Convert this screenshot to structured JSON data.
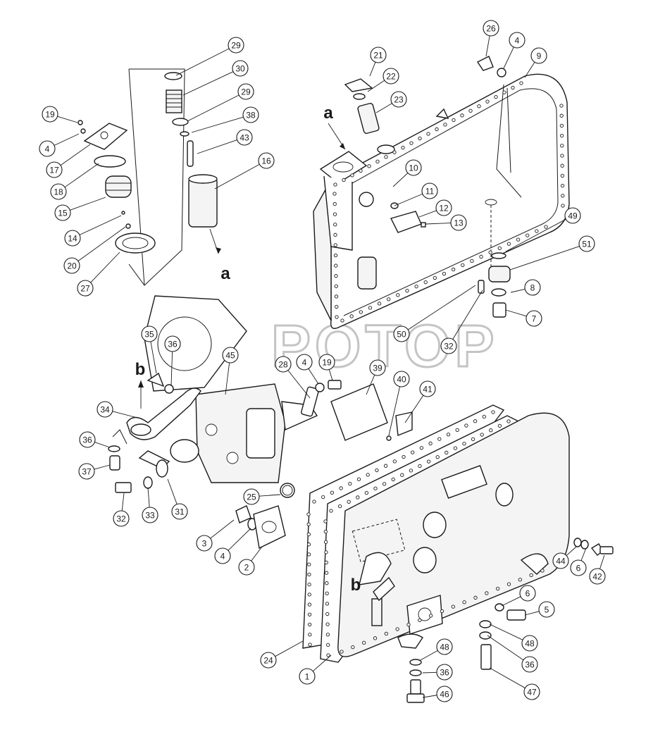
{
  "watermark": "POTOP",
  "flow_letters": [
    {
      "id": "a-top",
      "text": "a"
    },
    {
      "id": "a-bottom",
      "text": "a"
    },
    {
      "id": "b-left",
      "text": "b"
    },
    {
      "id": "b-right",
      "text": "b"
    }
  ],
  "callouts": [
    {
      "id": "c29a",
      "text": "29"
    },
    {
      "id": "c30",
      "text": "30"
    },
    {
      "id": "c29b",
      "text": "29"
    },
    {
      "id": "c38",
      "text": "38"
    },
    {
      "id": "c43",
      "text": "43"
    },
    {
      "id": "c16",
      "text": "16"
    },
    {
      "id": "c19a",
      "text": "19"
    },
    {
      "id": "c4a",
      "text": "4"
    },
    {
      "id": "c17",
      "text": "17"
    },
    {
      "id": "c18",
      "text": "18"
    },
    {
      "id": "c15",
      "text": "15"
    },
    {
      "id": "c14",
      "text": "14"
    },
    {
      "id": "c20",
      "text": "20"
    },
    {
      "id": "c27",
      "text": "27"
    },
    {
      "id": "c21",
      "text": "21"
    },
    {
      "id": "c22",
      "text": "22"
    },
    {
      "id": "c23",
      "text": "23"
    },
    {
      "id": "c26",
      "text": "26"
    },
    {
      "id": "c4b",
      "text": "4"
    },
    {
      "id": "c9",
      "text": "9"
    },
    {
      "id": "c10",
      "text": "10"
    },
    {
      "id": "c11",
      "text": "11"
    },
    {
      "id": "c12",
      "text": "12"
    },
    {
      "id": "c13",
      "text": "13"
    },
    {
      "id": "c49",
      "text": "49"
    },
    {
      "id": "c51",
      "text": "51"
    },
    {
      "id": "c8",
      "text": "8"
    },
    {
      "id": "c7",
      "text": "7"
    },
    {
      "id": "c50",
      "text": "50"
    },
    {
      "id": "c32a",
      "text": "32"
    },
    {
      "id": "c35",
      "text": "35"
    },
    {
      "id": "c36a",
      "text": "36"
    },
    {
      "id": "c45",
      "text": "45"
    },
    {
      "id": "c28",
      "text": "28"
    },
    {
      "id": "c4c",
      "text": "4"
    },
    {
      "id": "c19b",
      "text": "19"
    },
    {
      "id": "c39",
      "text": "39"
    },
    {
      "id": "c40",
      "text": "40"
    },
    {
      "id": "c41",
      "text": "41"
    },
    {
      "id": "c34",
      "text": "34"
    },
    {
      "id": "c36b",
      "text": "36"
    },
    {
      "id": "c37",
      "text": "37"
    },
    {
      "id": "c32b",
      "text": "32"
    },
    {
      "id": "c33",
      "text": "33"
    },
    {
      "id": "c31",
      "text": "31"
    },
    {
      "id": "c25",
      "text": "25"
    },
    {
      "id": "c3",
      "text": "3"
    },
    {
      "id": "c4d",
      "text": "4"
    },
    {
      "id": "c2",
      "text": "2"
    },
    {
      "id": "c44",
      "text": "44"
    },
    {
      "id": "c6a",
      "text": "6"
    },
    {
      "id": "c42",
      "text": "42"
    },
    {
      "id": "c6b",
      "text": "6"
    },
    {
      "id": "c5",
      "text": "5"
    },
    {
      "id": "c48a",
      "text": "48"
    },
    {
      "id": "c36c",
      "text": "36"
    },
    {
      "id": "c47",
      "text": "47"
    },
    {
      "id": "c48b",
      "text": "48"
    },
    {
      "id": "c36d",
      "text": "36"
    },
    {
      "id": "c46",
      "text": "46"
    },
    {
      "id": "c24",
      "text": "24"
    },
    {
      "id": "c1",
      "text": "1"
    }
  ]
}
